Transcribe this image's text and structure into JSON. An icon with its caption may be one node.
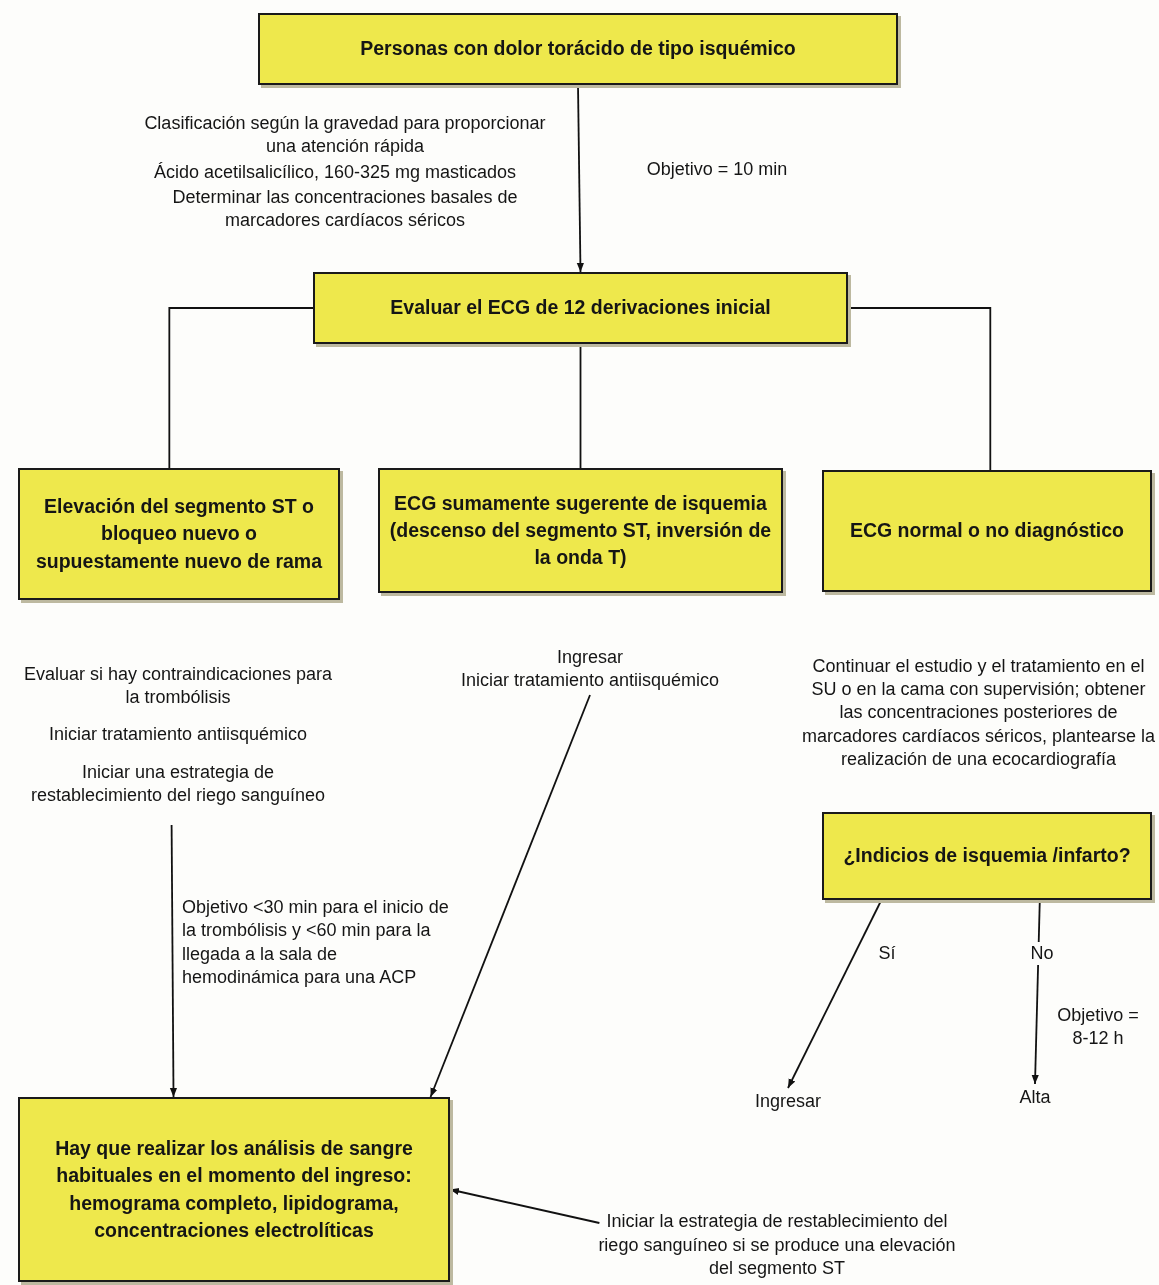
{
  "diagram": {
    "nodes": [
      {
        "text": [
          "Personas con dolor torácido de tipo isquémico"
        ]
      },
      {
        "text": [
          "Evaluar el ECG de 12 derivaciones inicial"
        ]
      },
      {
        "text": [
          "Elevación del segmento ST o bloqueo nuevo o supuestamente nuevo de rama"
        ]
      },
      {
        "text": [
          "ECG sumamente sugerente de isquemia (descenso del segmento ST, inversión de la onda T)"
        ]
      },
      {
        "text": [
          "ECG normal o no diagnóstico"
        ]
      },
      {
        "text": [
          "Evaluar si hay contraindicaciones para la trombólisis",
          "Iniciar tratamiento antiisquémico",
          "Iniciar una estrategia de restablecimiento del riego sanguíneo"
        ]
      },
      {
        "text": [
          "Ingresar",
          "Iniciar tratamiento antiisquémico"
        ]
      },
      {
        "text": [
          "Continuar el estudio y el tratamiento en el SU o en la cama con supervisión; obtener las concentraciones posteriores de marcadores cardíacos séricos, plantearse la realización de una ecocardiografía"
        ]
      },
      {
        "text": [
          "¿Indicios de isquemia /infarto?"
        ]
      },
      {
        "text": [
          "Ingresar"
        ]
      },
      {
        "text": [
          "Alta"
        ]
      },
      {
        "text": [
          "Hay que realizar los análisis de sangre habituales en el momento del ingreso: hemograma completo, lipidograma, concentraciones electrolíticas"
        ]
      },
      {
        "text": [
          "Iniciar la estrategia de restablecimiento del riego sanguíneo si se produce una elevación del segmento ST"
        ]
      }
    ],
    "edges": [
      {
        "from": 0,
        "to": 1,
        "arrow": "to",
        "label": "Objetivo = 10 min"
      },
      {
        "from": 1,
        "to": 2,
        "arrow": "none"
      },
      {
        "from": 1,
        "to": 3,
        "arrow": "none"
      },
      {
        "from": 1,
        "to": 4,
        "arrow": "none"
      },
      {
        "from": 5,
        "to": 11,
        "arrow": "to",
        "label": "Objetivo <30 min para el inicio de la trombólisis y <60 min para la llegada a la sala de hemodinámica para una ACP"
      },
      {
        "from": 6,
        "to": 11,
        "arrow": "to"
      },
      {
        "from": 8,
        "to": 9,
        "arrow": "to",
        "label": "Sí"
      },
      {
        "from": 8,
        "to": 10,
        "arrow": "to",
        "label": "No"
      },
      {
        "from": 12,
        "to": 11,
        "arrow": "to"
      }
    ],
    "labels": [
      "Clasificación según la gravedad para proporcionar una atención rápida",
      "Ácido acetilsalicílico, 160-325 mg masticados",
      "Determinar las concentraciones basales de marcadores cardíacos séricos",
      "Objetivo = 8-12 h"
    ]
  }
}
